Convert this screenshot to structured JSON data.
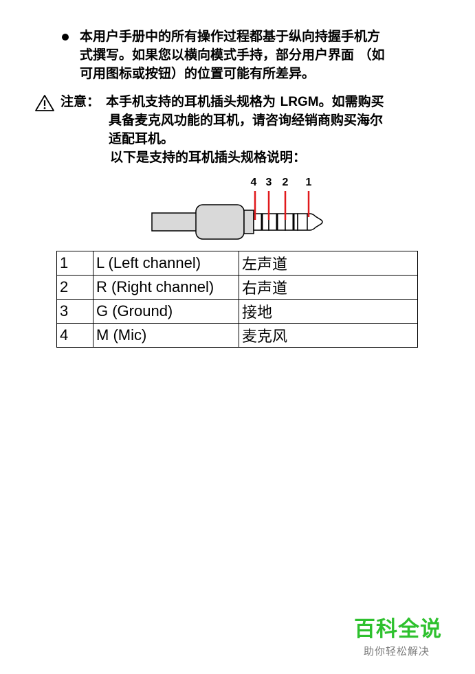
{
  "bullet": {
    "lines": [
      "本用户手册中的所有操作过程都基于纵向持握手机方",
      "式撰写。如果您以横向模式手持，部分用户界面 （如",
      "可用图标或按钮）的位置可能有所差异。"
    ]
  },
  "notice": {
    "label": "注意：",
    "line1_pre": "本手机支持的耳机插头规格为 ",
    "line1_code": "LRGM",
    "line1_post": "。如需购买",
    "line2": "具备麦克风功能的耳机，请咨询经销商购买海尔",
    "line3": "适配耳机。",
    "line4": "以下是支持的耳机插头规格说明："
  },
  "diagram": {
    "pin_labels": [
      "4",
      "3",
      "2",
      "1"
    ],
    "colors": {
      "marker": "#e0191c",
      "body": "#d9d9d9",
      "outline": "#000000"
    }
  },
  "table": {
    "rows": [
      {
        "num": "1",
        "signal": "L (Left channel)",
        "zh": "左声道"
      },
      {
        "num": "2",
        "signal": "R (Right channel)",
        "zh": "右声道"
      },
      {
        "num": "3",
        "signal": "G (Ground)",
        "zh": "接地"
      },
      {
        "num": "4",
        "signal": "M (Mic)",
        "zh": "麦克风"
      }
    ]
  },
  "watermark": {
    "title": "百科全说",
    "subtitle": "助你轻松解决",
    "color": "#2ec12e"
  }
}
